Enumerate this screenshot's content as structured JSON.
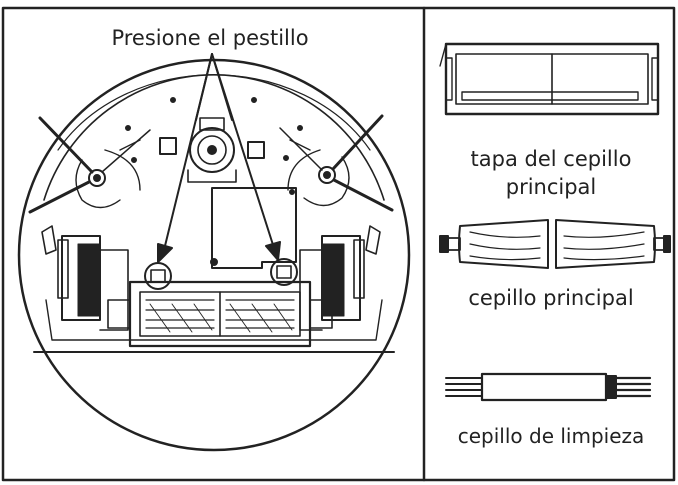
{
  "labels": {
    "latch": "Presione el pestillo",
    "brush_cover": "tapa del cepillo principal",
    "main_brush": "cepillo principal",
    "cleaning_brush": "cepillo de limpieza"
  },
  "colors": {
    "line": "#222222",
    "background": "#ffffff"
  }
}
